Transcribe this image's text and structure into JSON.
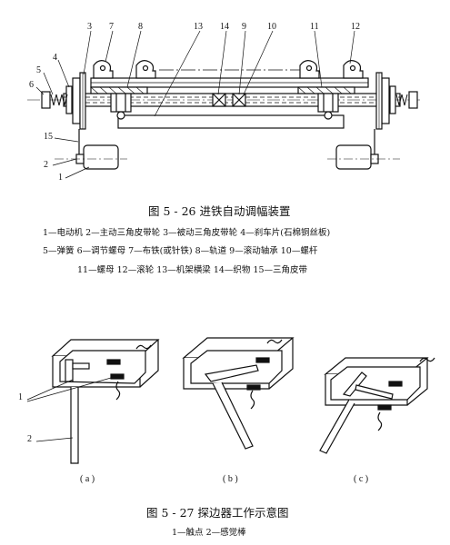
{
  "fig26": {
    "parts": {
      "p1": "1",
      "p2": "2",
      "p3": "3",
      "p4": "4",
      "p5": "5",
      "p6": "6",
      "p7": "7",
      "p8": "8",
      "p9": "9",
      "p10": "10",
      "p11": "11",
      "p12": "12",
      "p13": "13",
      "p14": "14",
      "p15": "15"
    },
    "caption": "图 5 - 26    进铁自动调幅装置",
    "legend_lines": [
      "1—电动机   2—主动三角皮带轮   3—被动三角皮带轮   4—刹车片(石棉铜丝板)",
      "5—弹簧   6—调节螺母   7—布铁(或针铁)   8—轨道   9—滚动轴承   10—螺杆",
      "11—螺母   12—滚轮   13—机架横梁   14—织物   15—三角皮带"
    ]
  },
  "fig27": {
    "labels": {
      "l1": "1",
      "l2": "2"
    },
    "subs": {
      "a": "( a )",
      "b": "( b )",
      "c": "( c )"
    },
    "caption": "图 5 - 27    探边器工作示意图",
    "legend": "1—触点    2—感觉棒"
  }
}
